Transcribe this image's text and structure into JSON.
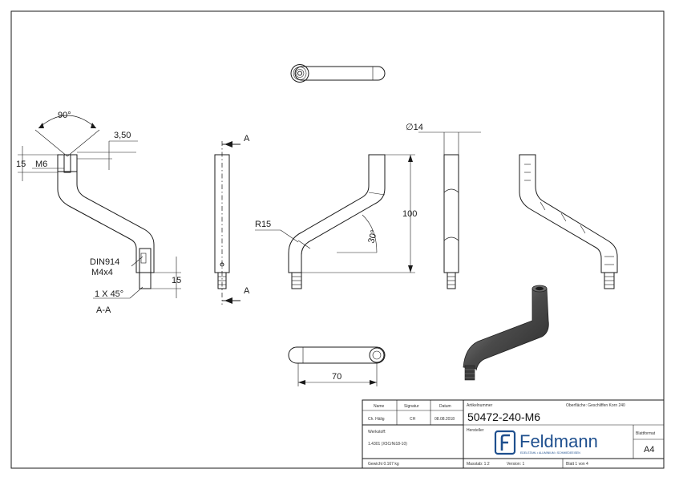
{
  "dimensions": {
    "angle_90": "90°",
    "width_350": "3,50",
    "d15_top": "15",
    "thread_m6": "M6",
    "din914": "DIN914",
    "m4x4": "M4x4",
    "chamfer": "1 X 45°",
    "d15_bottom": "15",
    "section": "A-A",
    "cut_a_top": "A",
    "cut_a_bottom": "A",
    "radius": "R15",
    "angle_30": "30°",
    "height_100": "100",
    "diameter": "∅14",
    "length_70": "70"
  },
  "title_block": {
    "hdr_name": "Name",
    "hdr_signatur": "Signatur",
    "hdr_datum": "Datum",
    "name": "Ch. Hälig",
    "signatur": "CH",
    "datum": "08.08.2018",
    "artikel_label": "Artikelnummer",
    "artikel": "50472-240-M6",
    "oberflaeche": "Oberfläche:  Geschliffen Korn 240",
    "werkstoff_label": "Werkstoff:",
    "werkstoff": "1.4301 (X5CrNi18-10)",
    "hersteller_label": "Hersteller",
    "logo_text": "Feldmann",
    "logo_sub": "EDELSTAHL • ALUMINIUM • SCHMIEDEEISEN",
    "blattformat_label": "Blattformat",
    "blattformat": "A4",
    "gewicht": "Gewicht 0.167 kg",
    "masstab": "Masstab: 1:2",
    "version": "Version: 1",
    "blatt": "Blatt 1 von 4"
  }
}
